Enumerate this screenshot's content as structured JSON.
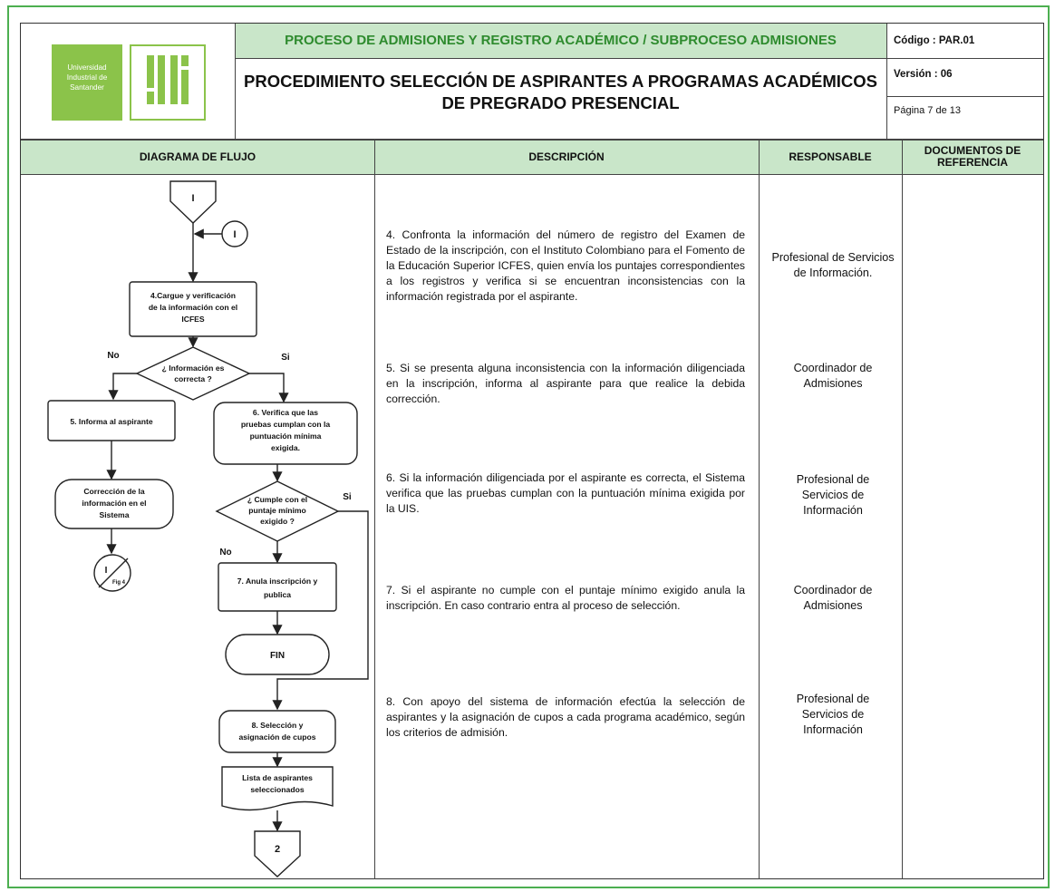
{
  "header": {
    "logo_text": [
      "Universidad",
      "Industrial de",
      "Santander"
    ],
    "process_title": "PROCESO DE ADMISIONES Y REGISTRO ACADÉMICO / SUBPROCESO ADMISIONES",
    "procedure_title_line1": "PROCEDIMIENTO SELECCIÓN DE ASPIRANTES A PROGRAMAS ACADÉMICOS",
    "procedure_title_line2": "DE PREGRADO PRESENCIAL",
    "code": "Código : PAR.01",
    "version": "Versión : 06",
    "page": "Página 7 de 13"
  },
  "columns": {
    "diagram": "DIAGRAMA DE FLUJO",
    "description": "DESCRIPCIÓN",
    "responsible": "RESPONSABLE",
    "documents_line1": "DOCUMENTOS DE",
    "documents_line2": "REFERENCIA"
  },
  "flowchart": {
    "connector_top": "I",
    "connector_side": "I",
    "step4": [
      "4.Cargue y verificación",
      "de la información con el",
      "ICFES"
    ],
    "decision1": [
      "¿ Información es",
      "correcta ?"
    ],
    "no_label1": "No",
    "si_label1": "Si",
    "step5": "5. Informa al aspirante",
    "step6": [
      "6. Verifica que las",
      "pruebas cumplan con la",
      "puntuación mínima",
      "exigida."
    ],
    "correction": [
      "Corrección de la",
      "información en el",
      "Sistema"
    ],
    "decision2": [
      "¿ Cumple con el",
      "puntaje mínimo",
      "exigido ?"
    ],
    "si_label2": "Si",
    "no_label2": "No",
    "offpage_letter": "I",
    "offpage_ref": "Fig 4",
    "step7": [
      "7. Anula inscripción  y",
      "publica"
    ],
    "fin": "FIN",
    "step8": [
      "8. Selección y",
      "asignación de cupos"
    ],
    "document_shape": [
      "Lista de aspirantes",
      "seleccionados"
    ],
    "connector_bottom": "2"
  },
  "rows": [
    {
      "description": "4. Confronta la información del número de registro del Examen de Estado de la inscripción, con el Instituto Colombiano para el Fomento de la Educación Superior ICFES, quien envía los puntajes correspondientes a los registros y verifica si se encuentran inconsistencias con la información registrada por el aspirante.",
      "responsible": "Profesional de Servicios de Información."
    },
    {
      "description": "5. Si se presenta alguna inconsistencia con la información diligenciada en la inscripción, informa al aspirante para que realice la debida corrección.",
      "responsible": "Coordinador de Admisiones"
    },
    {
      "description": "6. Si la información diligenciada por el aspirante es correcta, el Sistema verifica que las pruebas cumplan con la puntuación mínima exigida por la UIS.",
      "responsible": "Profesional de Servicios de Información"
    },
    {
      "description": "7. Si el aspirante no cumple con el puntaje mínimo exigido anula la inscripción. En caso contrario entra al proceso de selección.",
      "responsible": "Coordinador de Admisiones"
    },
    {
      "description": "8. Con apoyo del sistema de información efectúa la selección de aspirantes y la asignación de cupos a cada  programa académico, según los criterios de admisión.",
      "responsible": "Profesional de Servicios de Información"
    }
  ],
  "colors": {
    "header_green": "#c9e6c9",
    "title_green": "#2e8b2e",
    "logo_green": "#8bc34a"
  }
}
